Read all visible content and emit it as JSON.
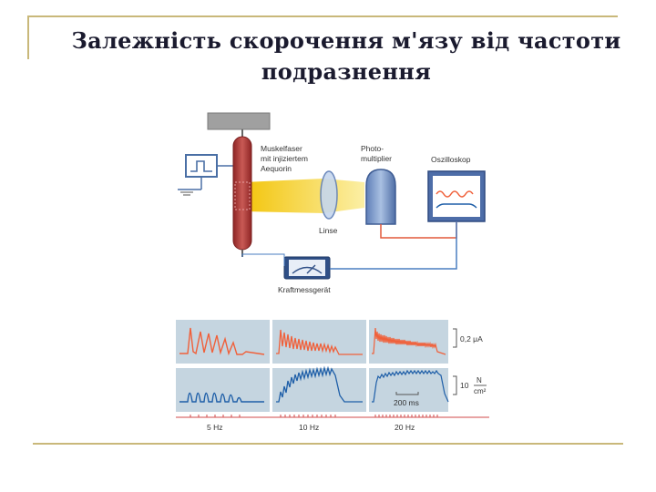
{
  "slide": {
    "title_line1": "Залежність скорочення м'язу від частоти",
    "title_line2": "подразнення"
  },
  "setup": {
    "muscle_label_1": "Muskelfaser",
    "muscle_label_2": "mit injiziertem",
    "muscle_label_3": "Aequorin",
    "photo_label_1": "Photo-",
    "photo_label_2": "multiplier",
    "scope_label": "Oszilloskop",
    "lens_label": "Linse",
    "force_label": "Kraftmessgerät"
  },
  "recordings": {
    "columns": [
      "5 Hz",
      "10 Hz",
      "20 Hz"
    ],
    "light_scale": "0,2 μA",
    "force_scale_value": "10",
    "force_unit_top": "N",
    "force_unit_bottom": "cm²",
    "time_scale": "200 ms"
  },
  "colors": {
    "light_trace": "#f0603a",
    "force_trace": "#1f5fa8",
    "panel_bg": "#c5d5e0",
    "muscle": "#b03a3a",
    "beam": "#f7d640"
  }
}
